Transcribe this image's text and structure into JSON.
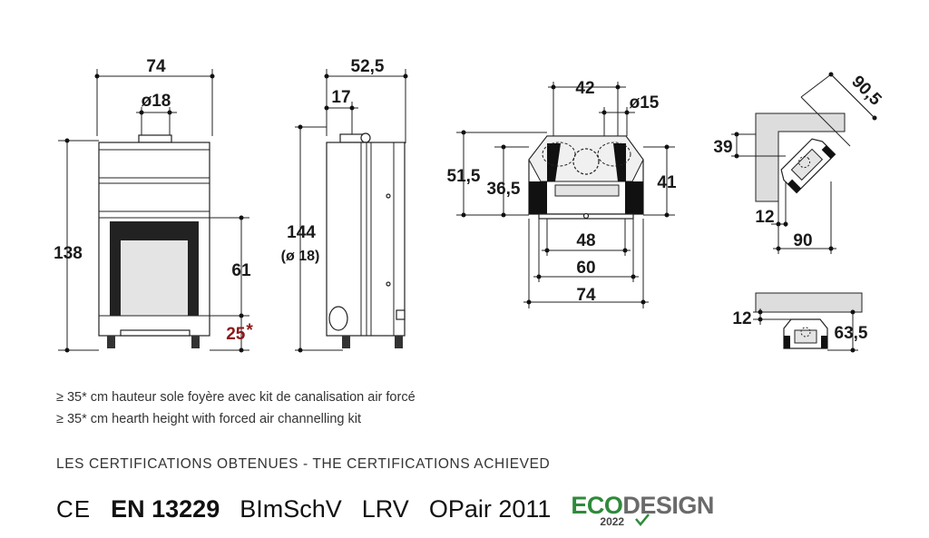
{
  "front_view": {
    "width": "74",
    "flue_diameter": "ø18",
    "height": "138",
    "opening_height": "61",
    "hearth_height": "25",
    "hearth_asterisk": "*"
  },
  "side_view": {
    "depth": "52,5",
    "flue_offset": "17",
    "height": "144",
    "height_note": "(ø 18)"
  },
  "top_view": {
    "flue_offset": "42",
    "air_intake_diameter": "ø15",
    "depth_total": "51,5",
    "depth_inner": "36,5",
    "depth_right": "41",
    "width_inner": "48",
    "width_mid": "60",
    "width_total": "74"
  },
  "corner_view": {
    "diagonal": "90,5",
    "offset_y": "39",
    "offset_x": "12",
    "wall_length": "90"
  },
  "wall_view": {
    "offset": "12",
    "depth": "63,5"
  },
  "notes": {
    "fr": "≥ 35* cm hauteur sole foyère avec kit de canalisation air forcé",
    "en": "≥ 35* cm hearth height with forced air channelling kit"
  },
  "certifications": {
    "heading": "LES CERTIFICATIONS OBTENUES - THE CERTIFICATIONS ACHIEVED",
    "ce": "CE",
    "items": [
      "EN 13229",
      "BImSchV",
      "LRV",
      "OPair 2011"
    ],
    "eco_green": "ECO",
    "eco_grey": "DESIGN",
    "eco_year": "2022"
  },
  "colors": {
    "dimension_red": "#8b1a1a",
    "eco_green": "#2f8a3a",
    "eco_grey": "#6a6a6a"
  }
}
